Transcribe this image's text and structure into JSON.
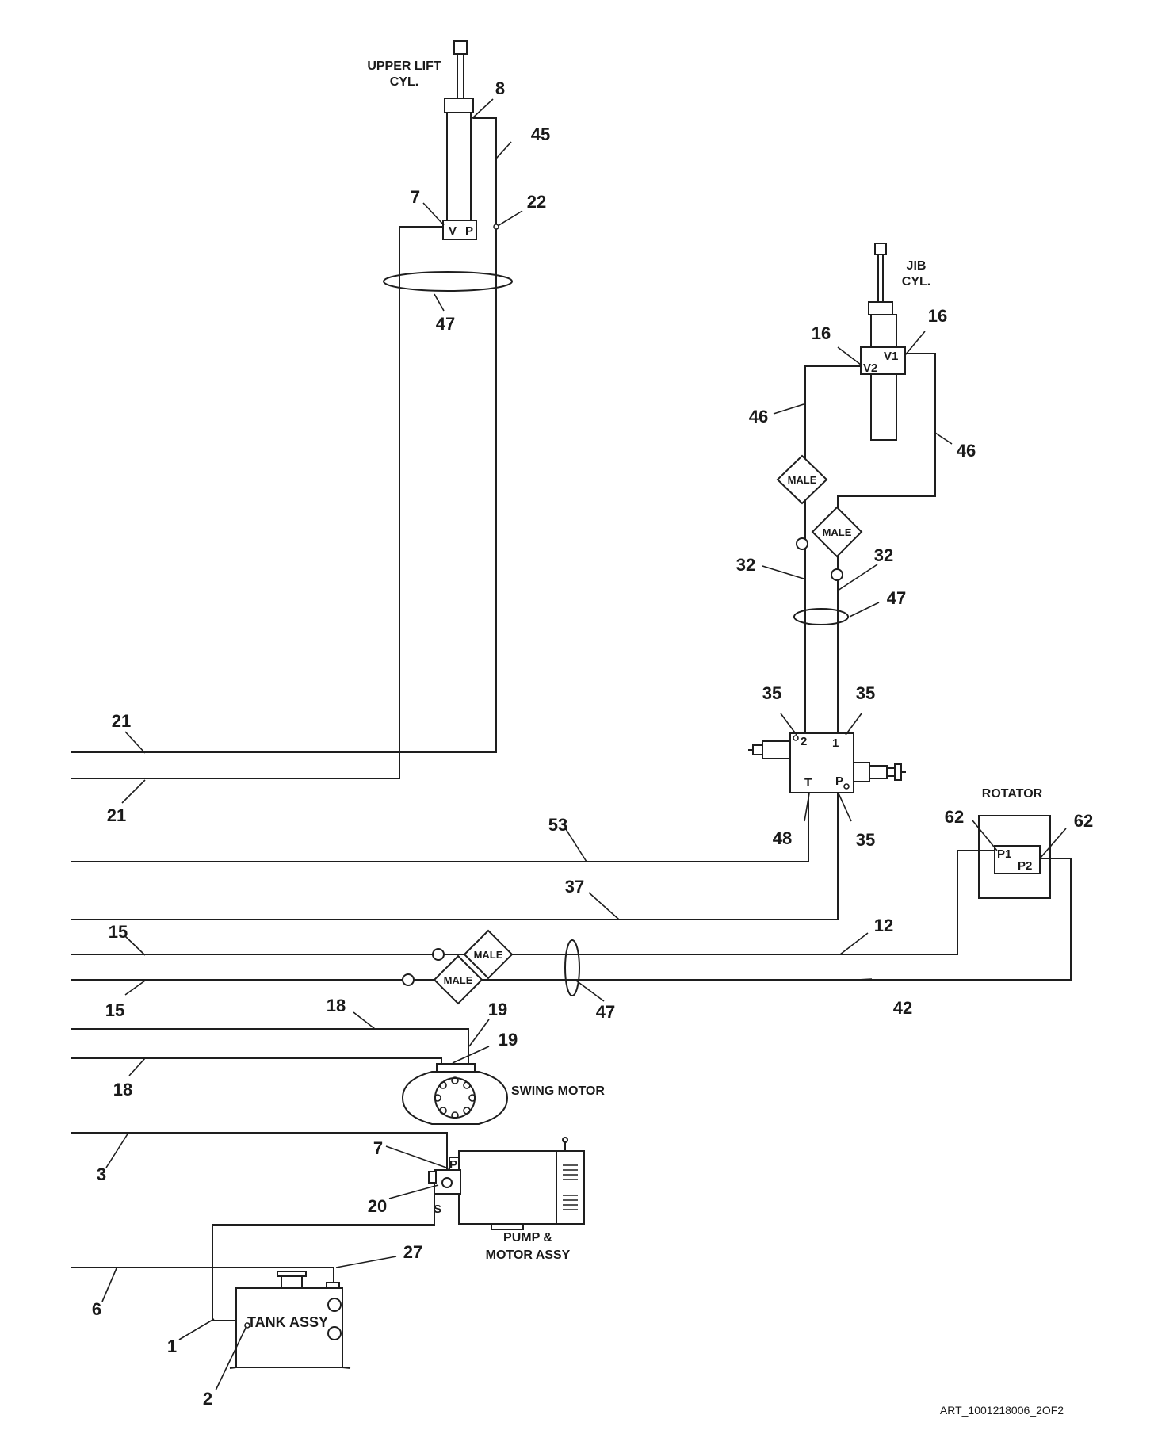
{
  "components": {
    "upper_lift_cyl": {
      "line1": "UPPER LIFT",
      "line2": "CYL.",
      "port_v": "V",
      "port_p": "P"
    },
    "jib_cyl": {
      "line1": "JIB",
      "line2": "CYL.",
      "port_v1": "V1",
      "port_v2": "V2"
    },
    "valve": {
      "port_1": "1",
      "port_2": "2",
      "port_t": "T",
      "port_p": "P"
    },
    "rotator": {
      "label": "ROTATOR",
      "port_p1": "P1",
      "port_p2": "P2"
    },
    "swing_motor": {
      "label": "SWING MOTOR"
    },
    "pump": {
      "line1": "PUMP &",
      "line2": "MOTOR ASSY",
      "port_p": "P",
      "port_s": "S"
    },
    "tank": {
      "label": "TANK ASSY"
    },
    "male_coupler_label": "MALE"
  },
  "callouts": {
    "c8": "8",
    "c45": "45",
    "c7_top": "7",
    "c22": "22",
    "c47_top": "47",
    "c16_left": "16",
    "c16_right": "16",
    "c46_left": "46",
    "c46_right": "46",
    "c32_left": "32",
    "c32_right": "32",
    "c47_mid": "47",
    "c35_a": "35",
    "c35_b": "35",
    "c35_c": "35",
    "c48": "48",
    "c21_a": "21",
    "c21_b": "21",
    "c53": "53",
    "c37": "37",
    "c15_a": "15",
    "c15_b": "15",
    "c12": "12",
    "c42": "42",
    "c47_low": "47",
    "c62_a": "62",
    "c62_b": "62",
    "c18_a": "18",
    "c18_b": "18",
    "c19_a": "19",
    "c19_b": "19",
    "c3": "3",
    "c7_pump": "7",
    "c20": "20",
    "c6": "6",
    "c27": "27",
    "c1": "1",
    "c2": "2"
  },
  "drawing_id": "ART_1001218006_2OF2"
}
